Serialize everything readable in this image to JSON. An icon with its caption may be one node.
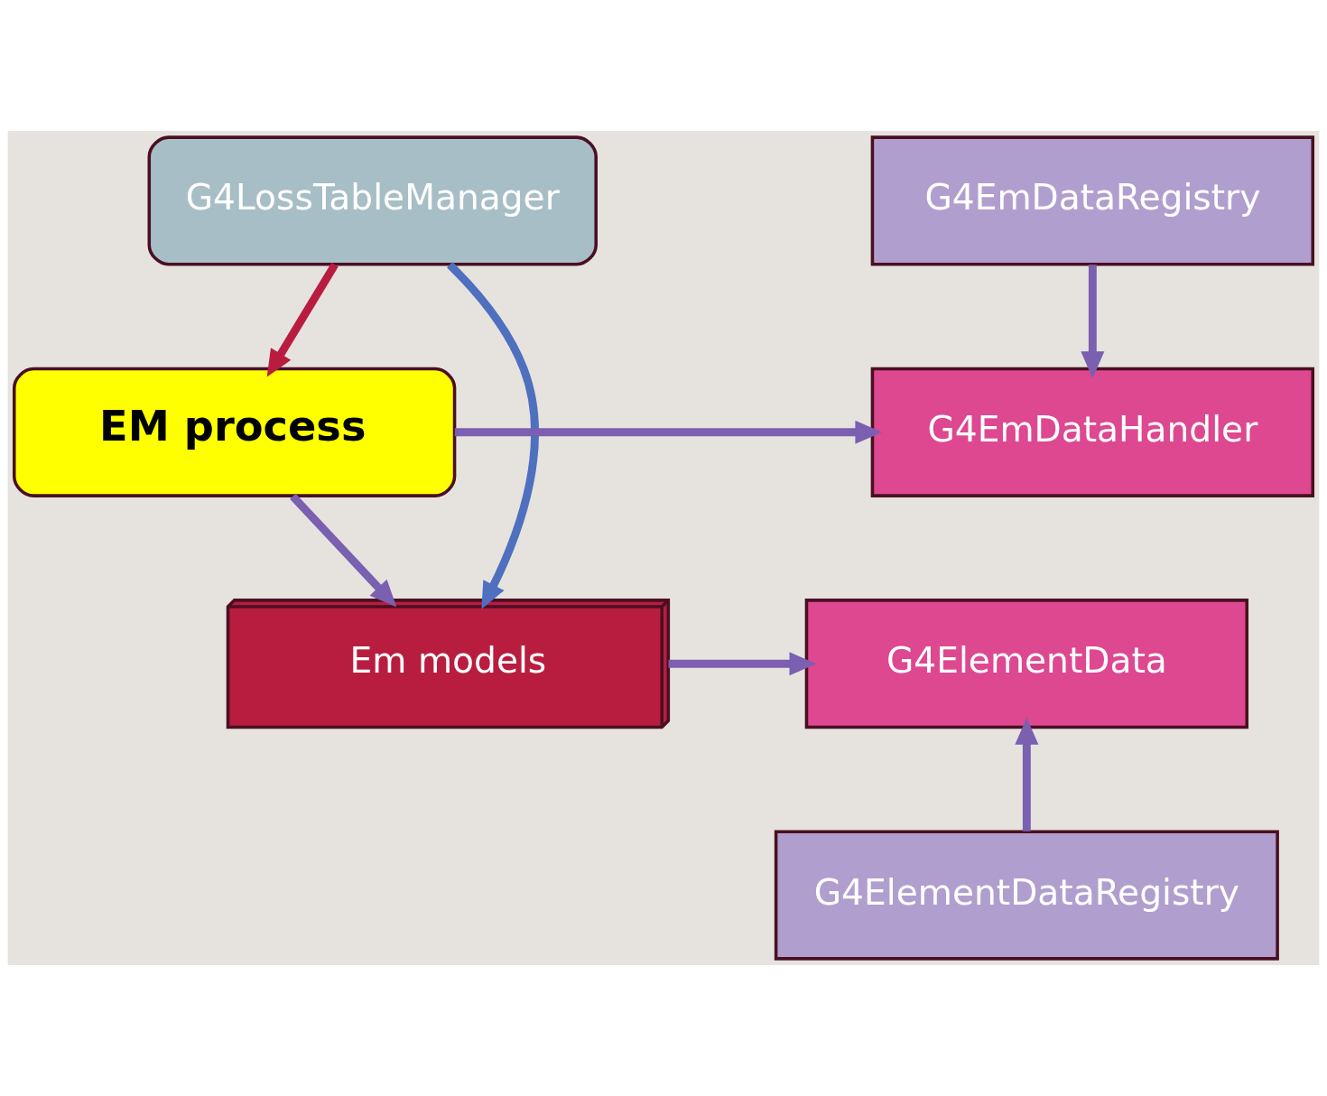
{
  "diagram": {
    "nodes": [
      {
        "text": [
          "G4LossTableManager"
        ]
      },
      {
        "text": [
          "G4EmDataRegistry"
        ]
      },
      {
        "text": [
          "EM process"
        ]
      },
      {
        "text": [
          "G4EmDataHandler"
        ]
      },
      {
        "text": [
          "Em models"
        ]
      },
      {
        "text": [
          "G4ElementData"
        ]
      },
      {
        "text": [
          "G4ElementDataRegistry"
        ]
      }
    ],
    "edges": [
      {
        "from": 0,
        "to": 2,
        "arrow": "to",
        "color": "#b81d40"
      },
      {
        "from": 1,
        "to": 3,
        "arrow": "to"
      },
      {
        "from": 2,
        "to": 3,
        "arrow": "to"
      },
      {
        "from": 2,
        "to": 4,
        "arrow": "to"
      },
      {
        "from": 0,
        "to": 4,
        "arrow": "to",
        "color": "#4f6fbf"
      },
      {
        "from": 4,
        "to": 5,
        "arrow": "to"
      },
      {
        "from": 6,
        "to": 5,
        "arrow": "to"
      }
    ]
  }
}
